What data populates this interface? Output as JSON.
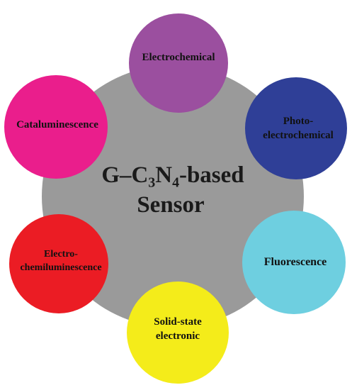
{
  "diagram": {
    "center": {
      "line1": "G–C₃N₄-based",
      "line2": "Sensor"
    },
    "nodes": [
      {
        "label": "Electrochemical",
        "color": "#9b4f9f"
      },
      {
        "label": "Photo-\nelectrochemical",
        "color": "#2f3f97"
      },
      {
        "label": "Fluorescence",
        "color": "#6ecfe0"
      },
      {
        "label": "Solid-state\nelectronic",
        "color": "#f4ec1a"
      },
      {
        "label": "Electro-\nchemiluminescence",
        "color": "#eb1c24"
      },
      {
        "label": "Cataluminescence",
        "color": "#ea1e8c"
      }
    ],
    "center_color": "#9a9a9a"
  }
}
